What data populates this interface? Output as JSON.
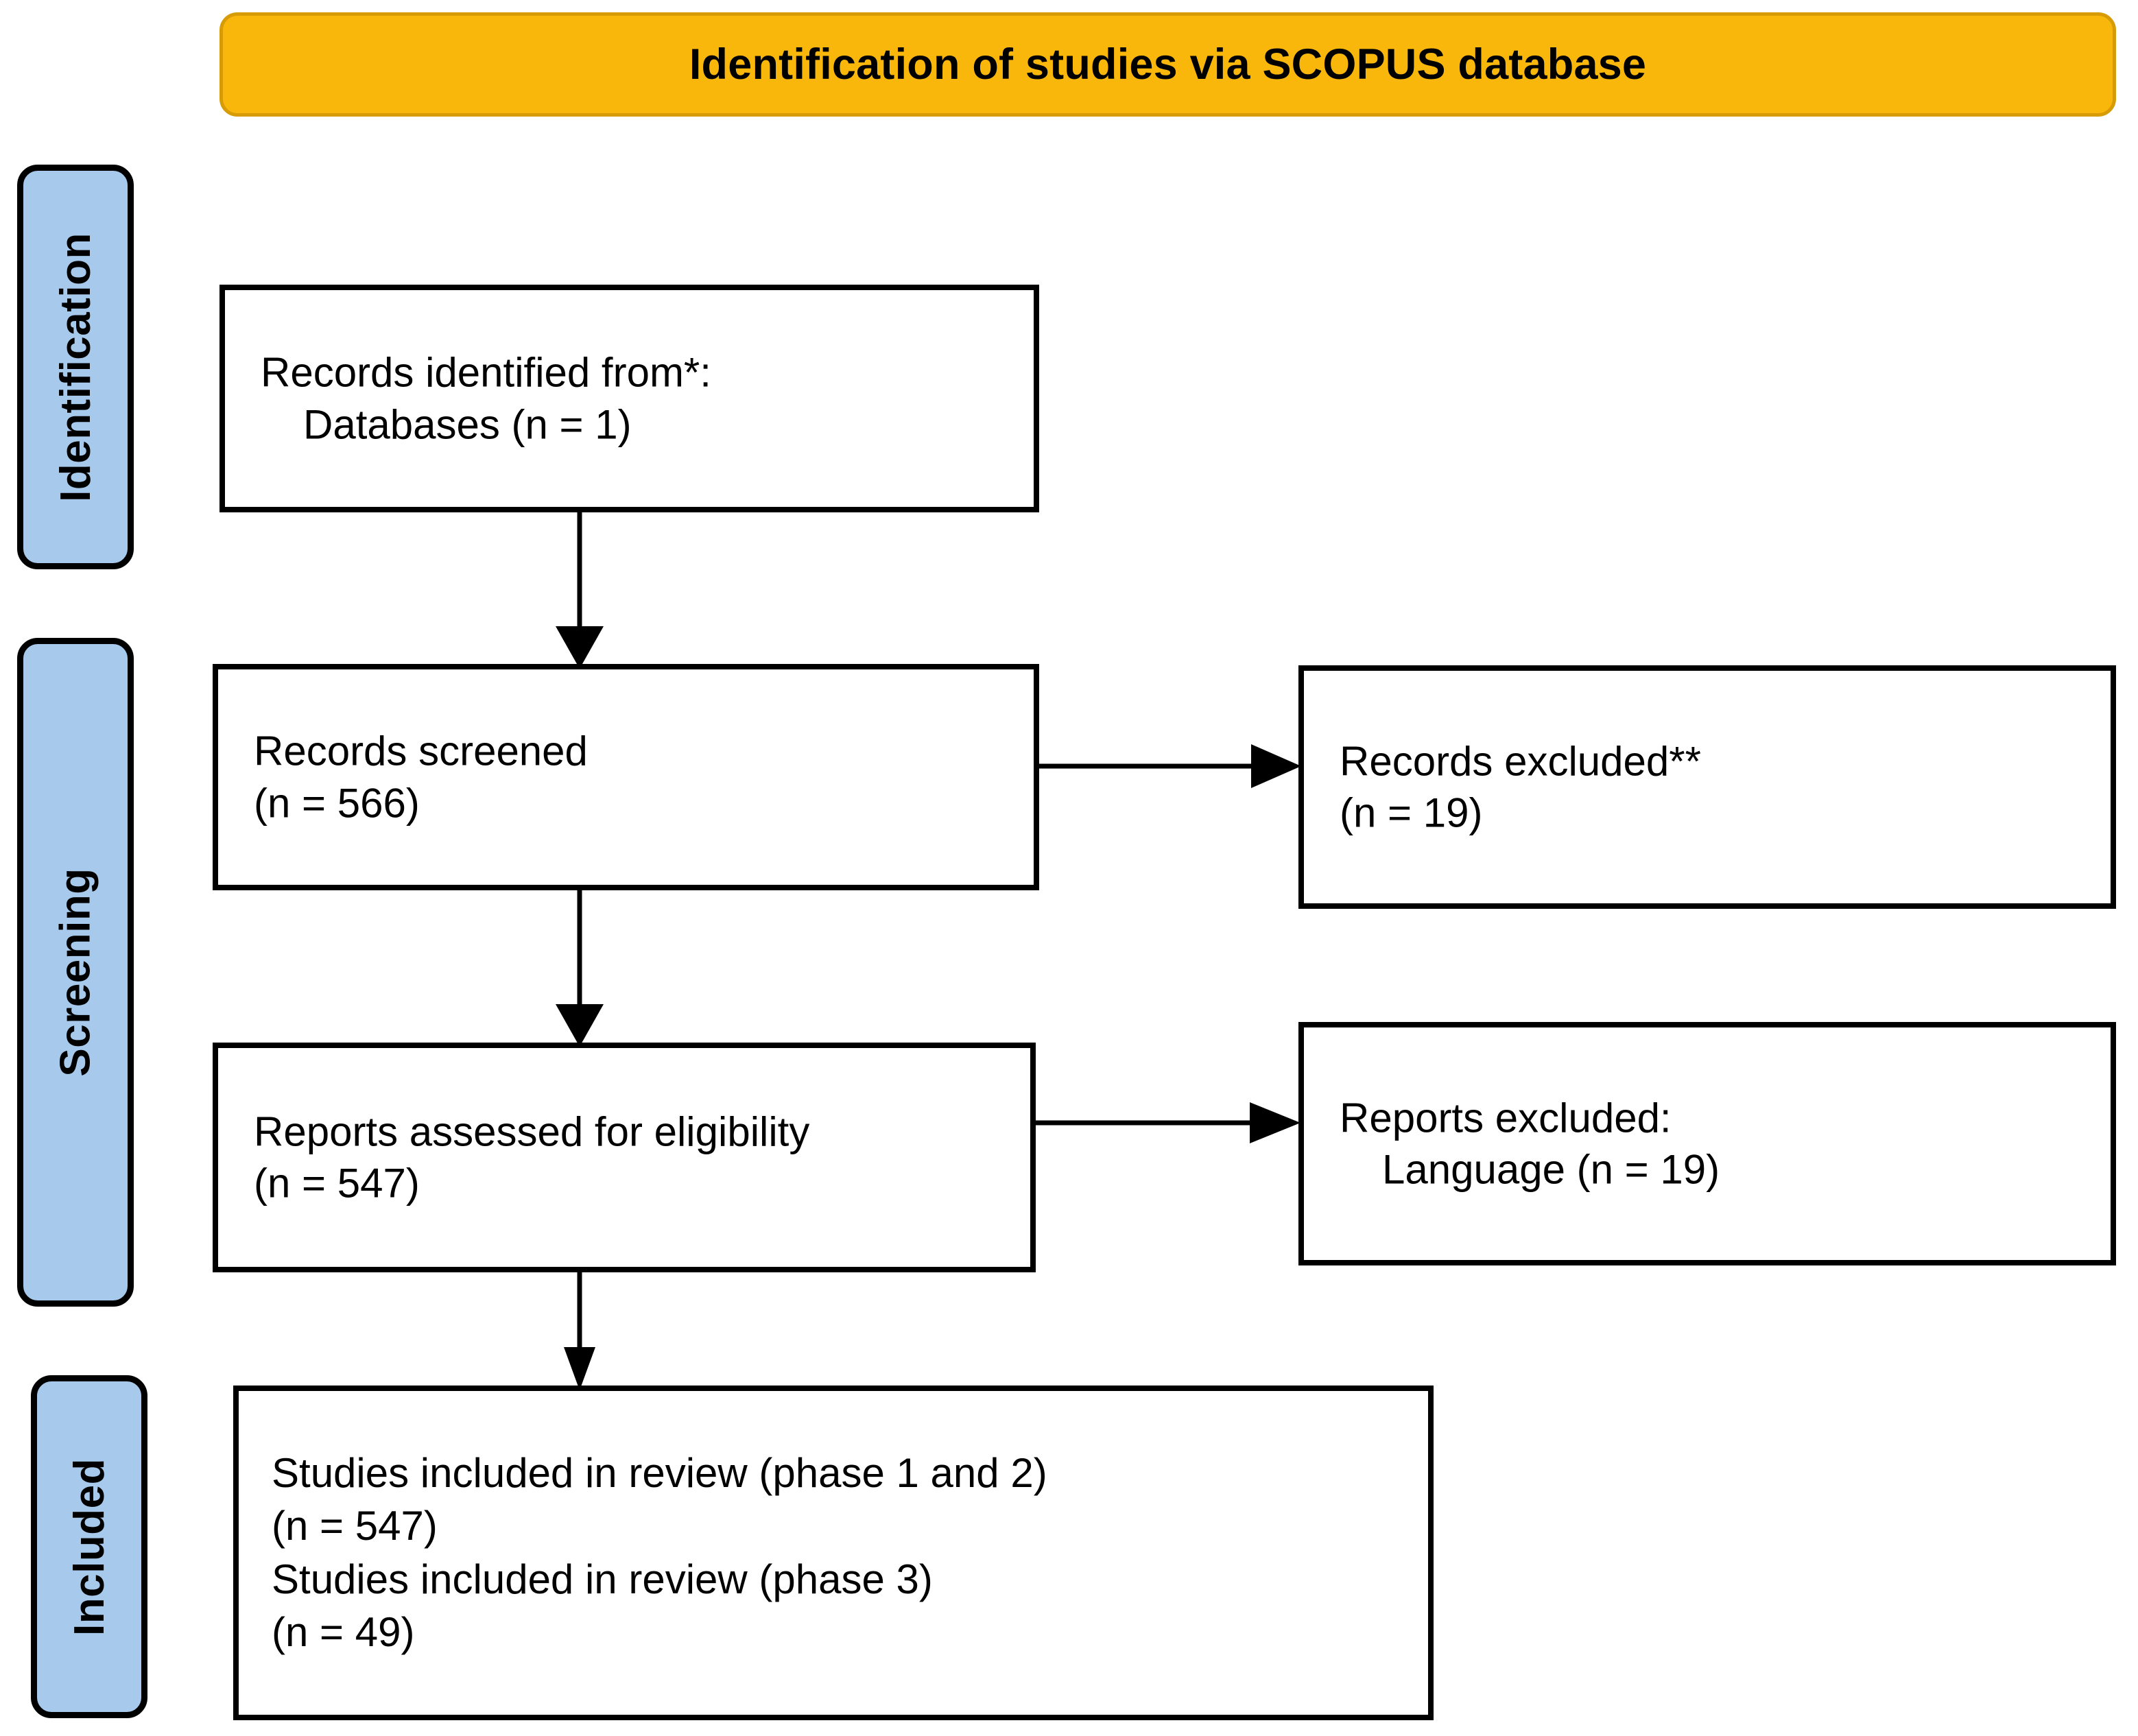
{
  "header": {
    "title": "Identification of studies via SCOPUS database",
    "fill_color": "#FAB70B",
    "border_color": "#D79B05"
  },
  "stages": [
    {
      "id": "identification",
      "label": "Identification",
      "fill_color": "#A6C9EC"
    },
    {
      "id": "screening",
      "label": "Screening",
      "fill_color": "#A6C9EC"
    },
    {
      "id": "included",
      "label": "Included",
      "fill_color": "#A6C9EC"
    }
  ],
  "boxes": {
    "identified": {
      "line1": "Records identified from*:",
      "line2": "Databases (n = 1)"
    },
    "screened": {
      "line1": "Records screened",
      "line2": "(n = 566)"
    },
    "records_excluded": {
      "line1": "Records excluded**",
      "line2": "(n = 19)"
    },
    "eligibility": {
      "line1": "Reports assessed for eligibility",
      "line2": "(n = 547)"
    },
    "reports_excluded": {
      "line1": "Reports excluded:",
      "line2": "Language (n = 19)"
    },
    "included": {
      "line1": "Studies included in review (phase 1 and 2)",
      "line2": "(n = 547)",
      "line3": "Studies included in review (phase 3)",
      "line4": "(n = 49)"
    }
  },
  "chart_data": {
    "type": "flowchart",
    "title": "Identification of studies via SCOPUS database",
    "nodes": [
      {
        "id": "identified",
        "stage": "Identification",
        "label": "Records identified from*: Databases (n = 1)",
        "n": 1
      },
      {
        "id": "screened",
        "stage": "Screening",
        "label": "Records screened (n = 566)",
        "n": 566
      },
      {
        "id": "records_excluded",
        "stage": "Screening",
        "label": "Records excluded** (n = 19)",
        "n": 19
      },
      {
        "id": "eligibility",
        "stage": "Screening",
        "label": "Reports assessed for eligibility (n = 547)",
        "n": 547
      },
      {
        "id": "reports_excluded",
        "stage": "Screening",
        "label": "Reports excluded: Language (n = 19)",
        "n": 19
      },
      {
        "id": "included_p12",
        "stage": "Included",
        "label": "Studies included in review (phase 1 and 2) (n = 547)",
        "n": 547
      },
      {
        "id": "included_p3",
        "stage": "Included",
        "label": "Studies included in review (phase 3) (n = 49)",
        "n": 49
      }
    ],
    "edges": [
      {
        "from": "identified",
        "to": "screened",
        "direction": "down"
      },
      {
        "from": "screened",
        "to": "records_excluded",
        "direction": "right"
      },
      {
        "from": "screened",
        "to": "eligibility",
        "direction": "down"
      },
      {
        "from": "eligibility",
        "to": "reports_excluded",
        "direction": "right"
      },
      {
        "from": "eligibility",
        "to": "included_p12",
        "direction": "down"
      }
    ]
  }
}
